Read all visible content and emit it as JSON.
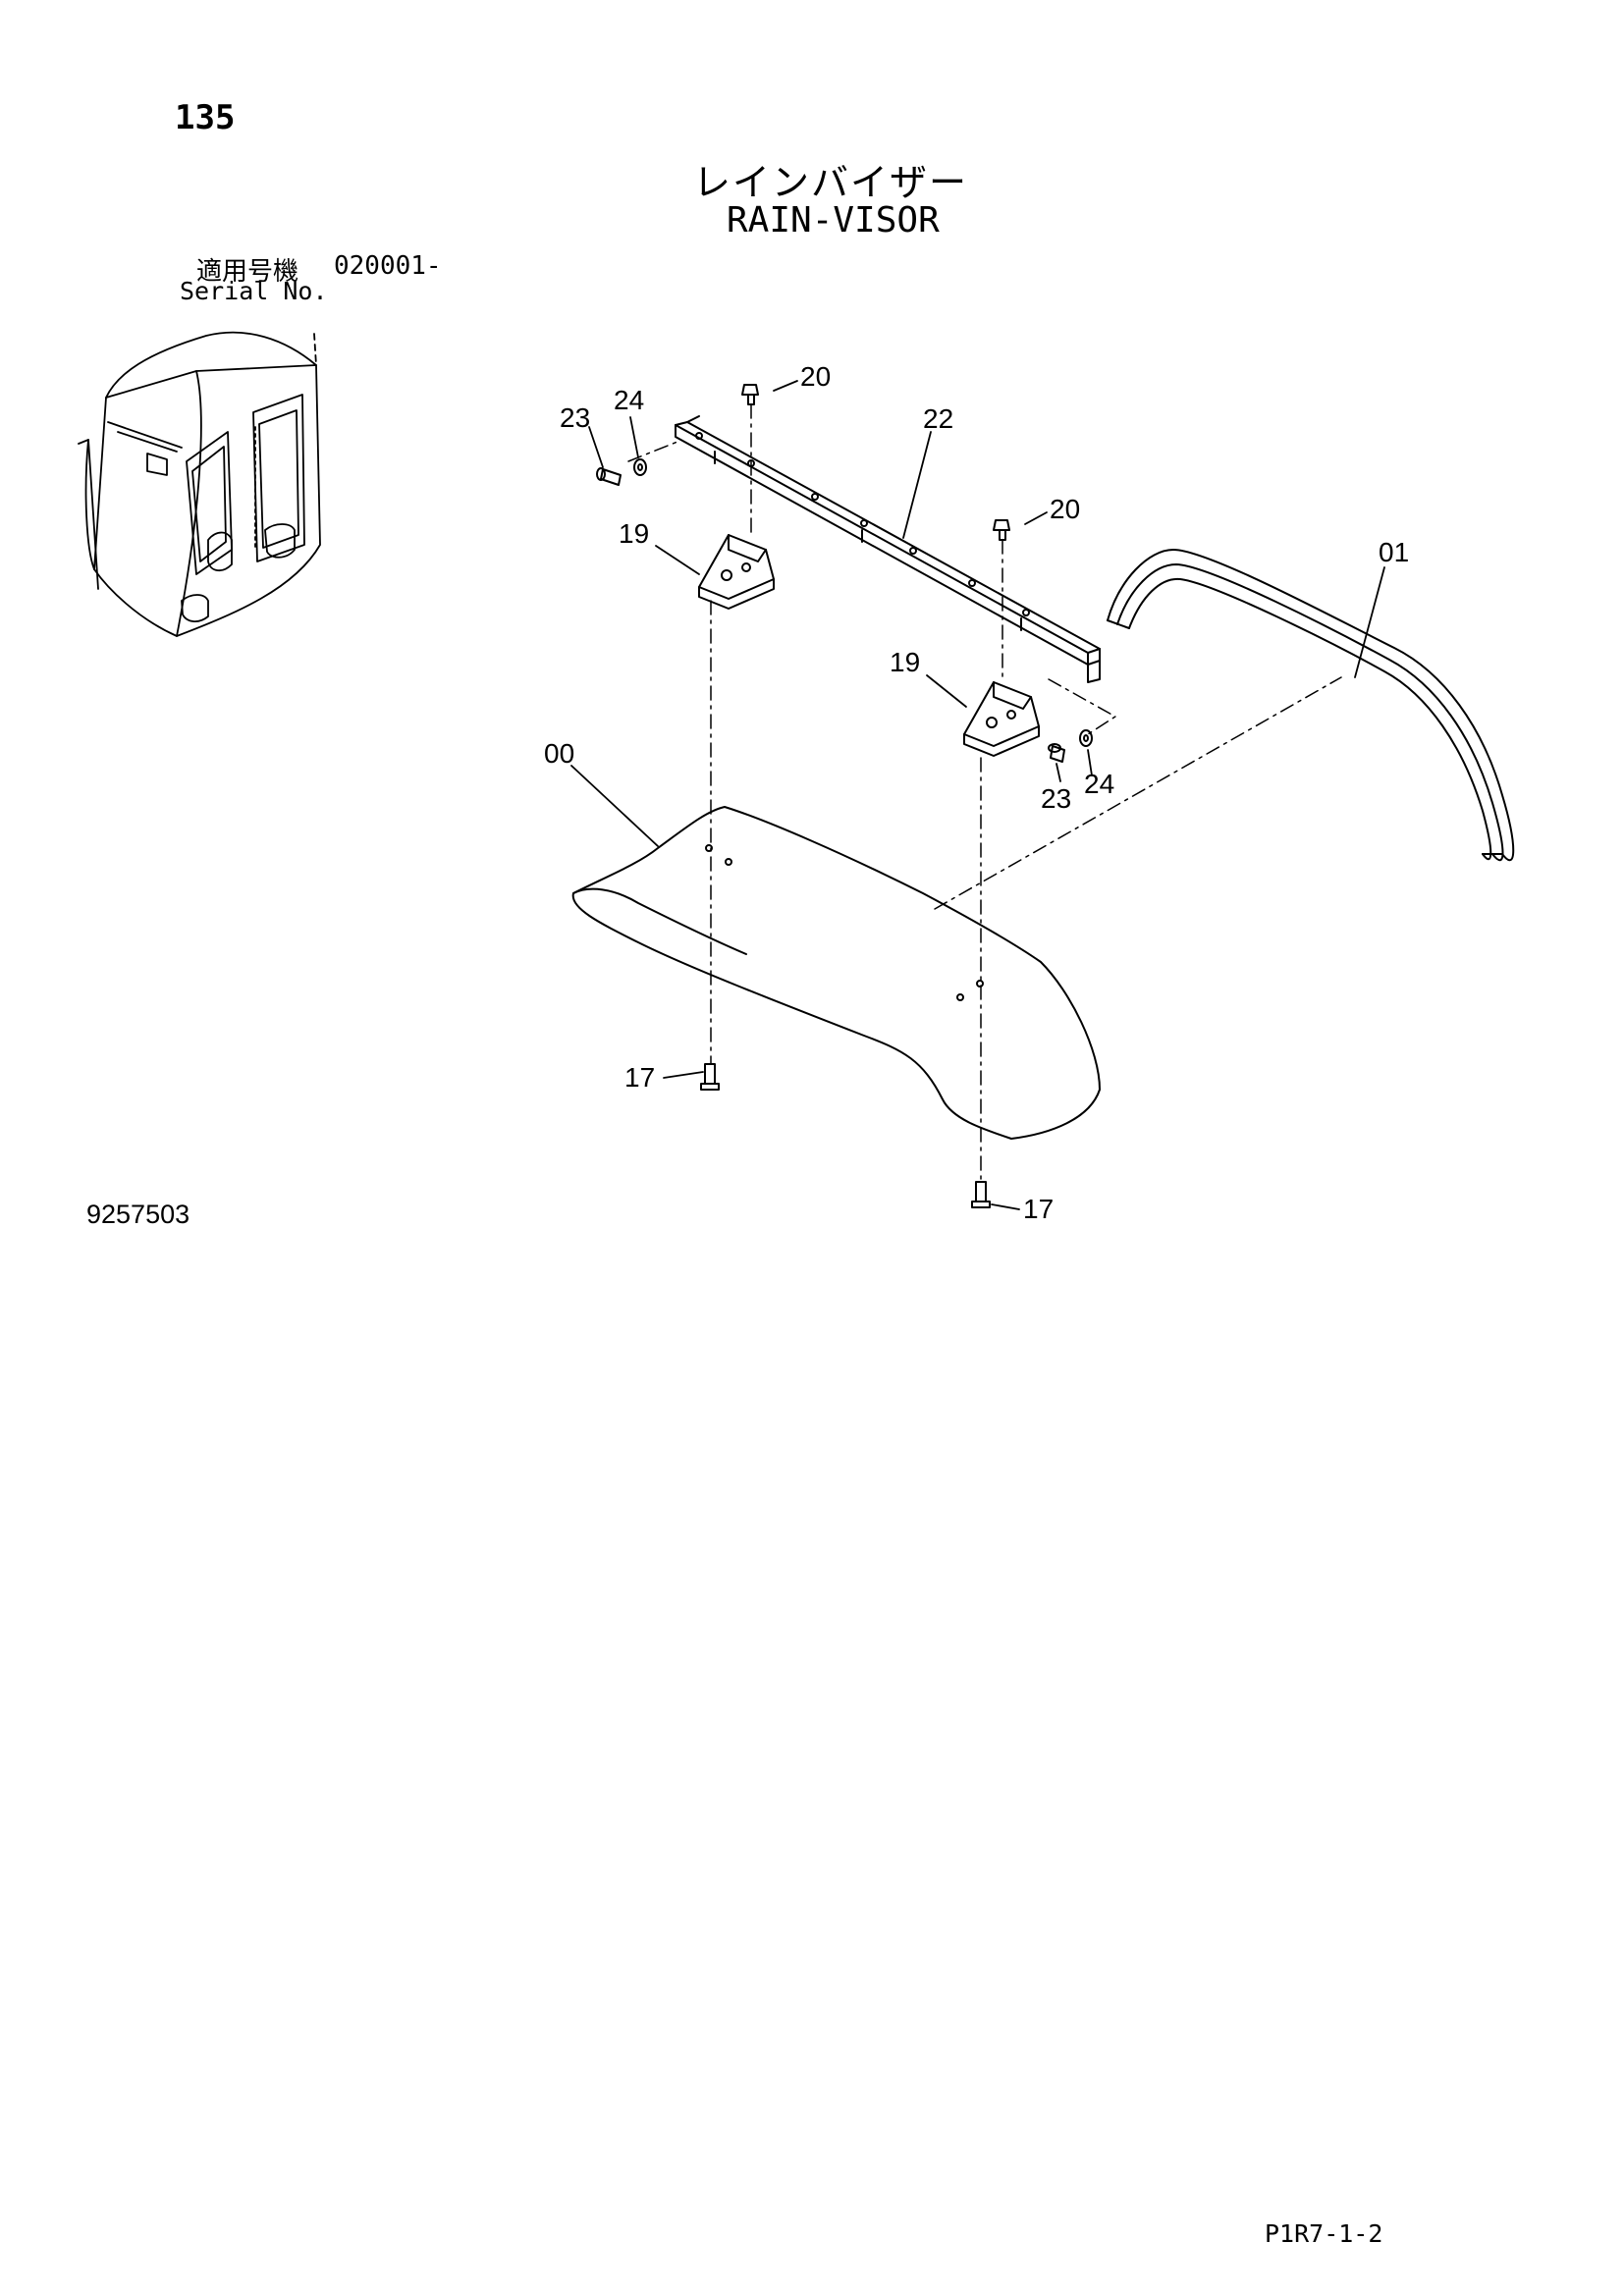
{
  "page": {
    "number": "135",
    "title_ja": "レインバイザー",
    "title_en": "RAIN-VISOR",
    "serial_label_ja": "適用号機",
    "serial_value": "020001-",
    "serial_label_en": "Serial No.",
    "drawing_number": "9257503",
    "page_ref": "P1R7-1-2"
  },
  "callouts": [
    {
      "id": "c20a",
      "label": "20"
    },
    {
      "id": "c23a",
      "label": "23"
    },
    {
      "id": "c24a",
      "label": "24"
    },
    {
      "id": "c22",
      "label": "22"
    },
    {
      "id": "c20b",
      "label": "20"
    },
    {
      "id": "c19a",
      "label": "19"
    },
    {
      "id": "c01",
      "label": "01"
    },
    {
      "id": "c19b",
      "label": "19"
    },
    {
      "id": "c00",
      "label": "00"
    },
    {
      "id": "c23b",
      "label": "23"
    },
    {
      "id": "c24b",
      "label": "24"
    },
    {
      "id": "c17a",
      "label": "17"
    },
    {
      "id": "c17b",
      "label": "17"
    }
  ]
}
